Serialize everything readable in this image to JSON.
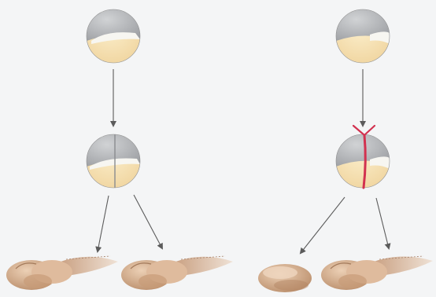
{
  "diagram": {
    "colors": {
      "background": "#f4f5f6",
      "animal_hemisphere": "#a9abae",
      "vegetal_hemisphere": "#f6dfa8",
      "gray_crescent": "#f7f6f1",
      "embryo_body": "#dcb596",
      "embryo_shadow": "#b98d6c",
      "ligature": "#d2314f",
      "arrow": "#5b5b5b"
    },
    "experiments": [
      {
        "id": "left",
        "stages": [
          "egg",
          "cleaved-egg",
          "two-tadpoles"
        ],
        "first_cleavage": "through-gray-crescent",
        "outcome": [
          "normal-tadpole",
          "normal-tadpole"
        ]
      },
      {
        "id": "right",
        "stages": [
          "egg",
          "ligated-egg",
          "belly-piece-and-tadpole"
        ],
        "first_cleavage": "ligature-separates-gray-crescent",
        "outcome": [
          "belly-piece",
          "normal-tadpole"
        ]
      }
    ]
  }
}
